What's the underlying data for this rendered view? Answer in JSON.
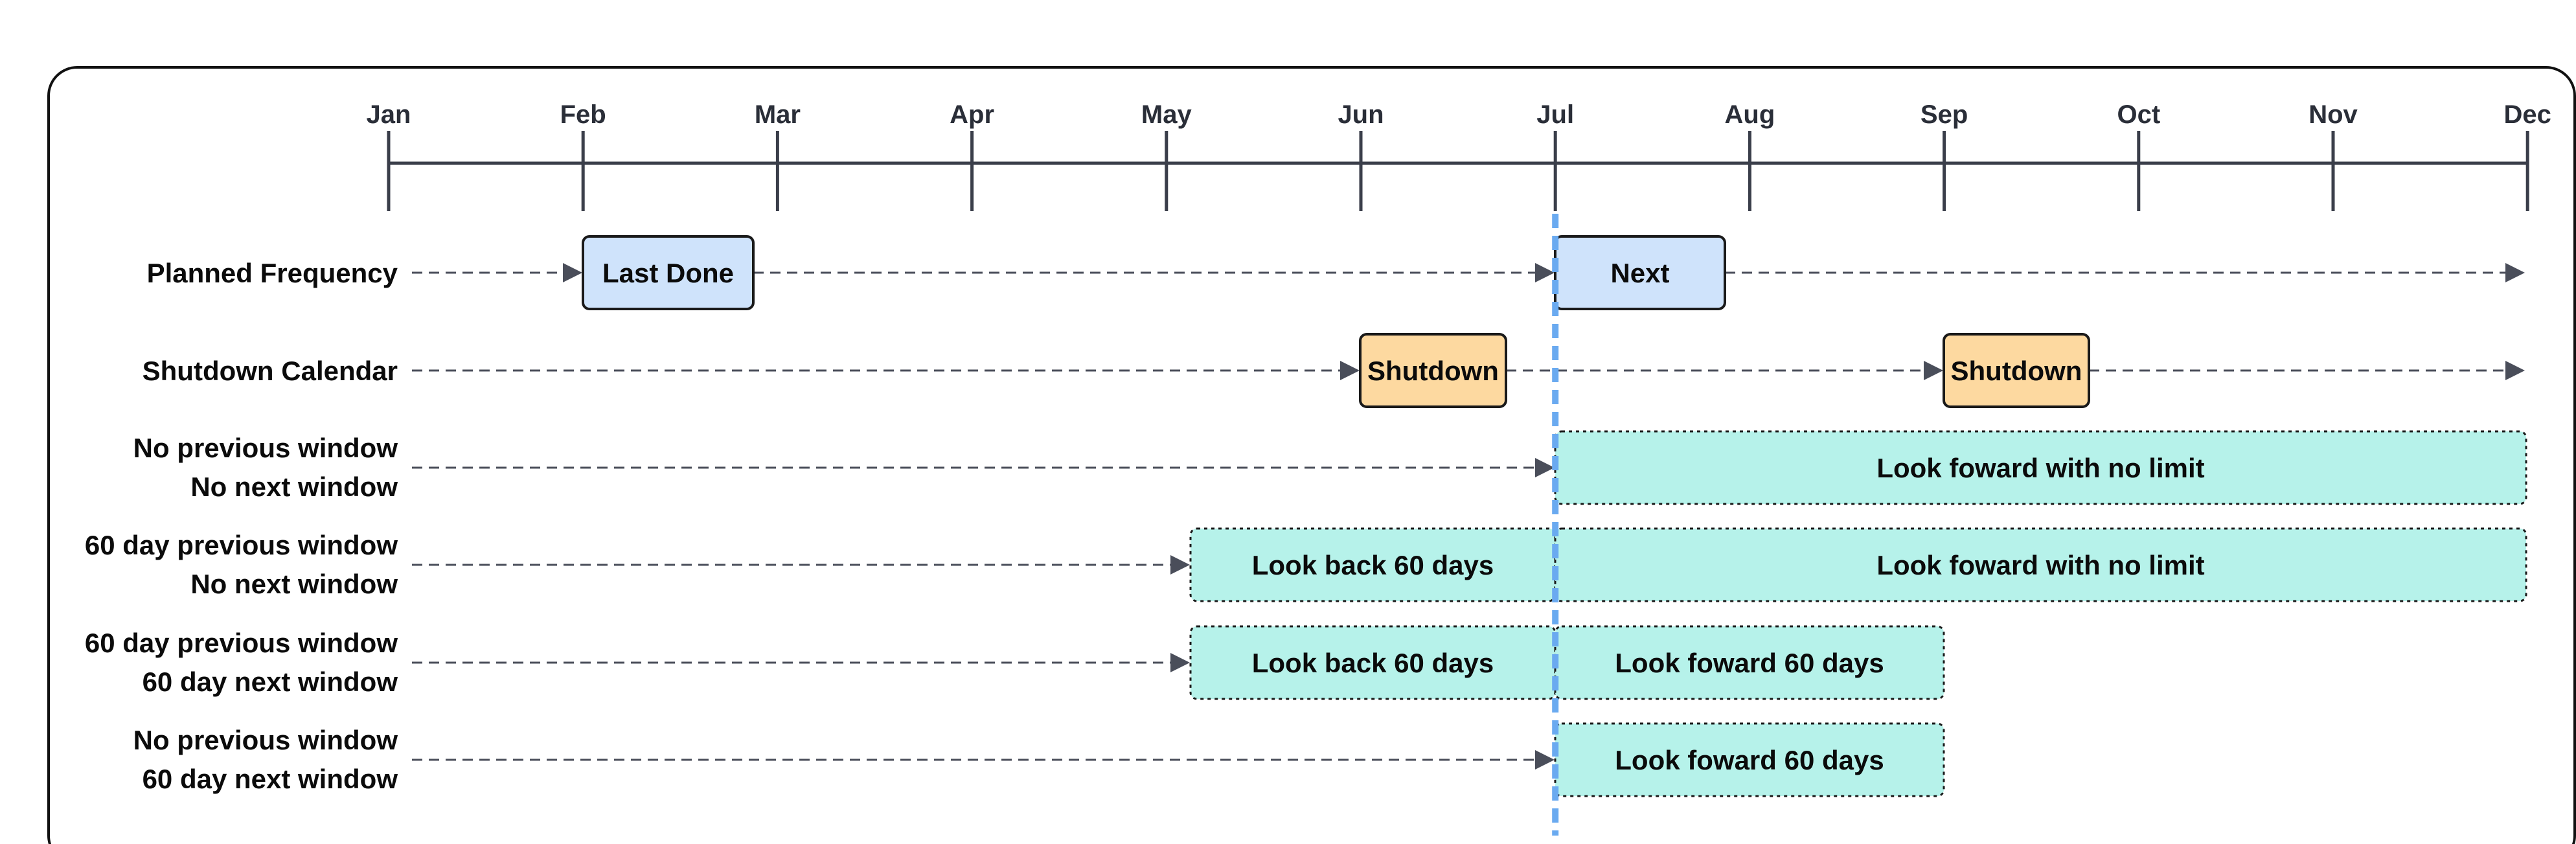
{
  "diagram": {
    "months": [
      "Jan",
      "Feb",
      "Mar",
      "Apr",
      "May",
      "Jun",
      "Jul",
      "Aug",
      "Sep",
      "Oct",
      "Nov",
      "Dec"
    ],
    "rows": [
      {
        "id": "planned-frequency",
        "label_lines": [
          "Planned Frequency"
        ],
        "arrow_to": "Feb",
        "arrow_end_at": "Dec",
        "boxes": [
          {
            "id": "last-done",
            "text": "Last Done",
            "style": "blue",
            "border": "solid"
          },
          {
            "id": "next",
            "text": "Next",
            "style": "blue",
            "border": "solid"
          }
        ]
      },
      {
        "id": "shutdown-calendar",
        "label_lines": [
          "Shutdown Calendar"
        ],
        "boxes": [
          {
            "id": "shutdown-1",
            "text": "Shutdown",
            "style": "orange",
            "border": "solid"
          },
          {
            "id": "shutdown-2",
            "text": "Shutdown",
            "style": "orange",
            "border": "solid"
          }
        ]
      },
      {
        "id": "no-prev-no-next",
        "label_lines": [
          "No previous window",
          "No next window"
        ],
        "boxes": [
          {
            "id": "look-forward-no-limit-1",
            "text": "Look foward with no limit",
            "style": "teal",
            "border": "dotted"
          }
        ]
      },
      {
        "id": "prev60-no-next",
        "label_lines": [
          "60 day previous window",
          "No next window"
        ],
        "boxes": [
          {
            "id": "look-back-60-1",
            "text": "Look back 60 days",
            "style": "teal",
            "border": "dotted"
          },
          {
            "id": "look-forward-no-limit-2",
            "text": "Look foward with no limit",
            "style": "teal",
            "border": "dotted"
          }
        ]
      },
      {
        "id": "prev60-next60",
        "label_lines": [
          "60 day previous window",
          "60 day next window"
        ],
        "boxes": [
          {
            "id": "look-back-60-2",
            "text": "Look back 60 days",
            "style": "teal",
            "border": "dotted"
          },
          {
            "id": "look-forward-60-1",
            "text": "Look foward 60 days",
            "style": "teal",
            "border": "dotted"
          }
        ]
      },
      {
        "id": "no-prev-next60",
        "label_lines": [
          "No previous window",
          "60 day next window"
        ],
        "boxes": [
          {
            "id": "look-forward-60-2",
            "text": "Look foward 60 days",
            "style": "teal",
            "border": "dotted"
          }
        ]
      }
    ],
    "current_marker_month": "Jul",
    "colors": {
      "blue_fill": "#cfe3fb",
      "orange_fill": "#fdd9a0",
      "teal_fill": "#b6f2ea",
      "axis": "#3a3e4a",
      "dashed_arrow": "#4a4e5a",
      "today_line": "#6aaaf0"
    }
  }
}
